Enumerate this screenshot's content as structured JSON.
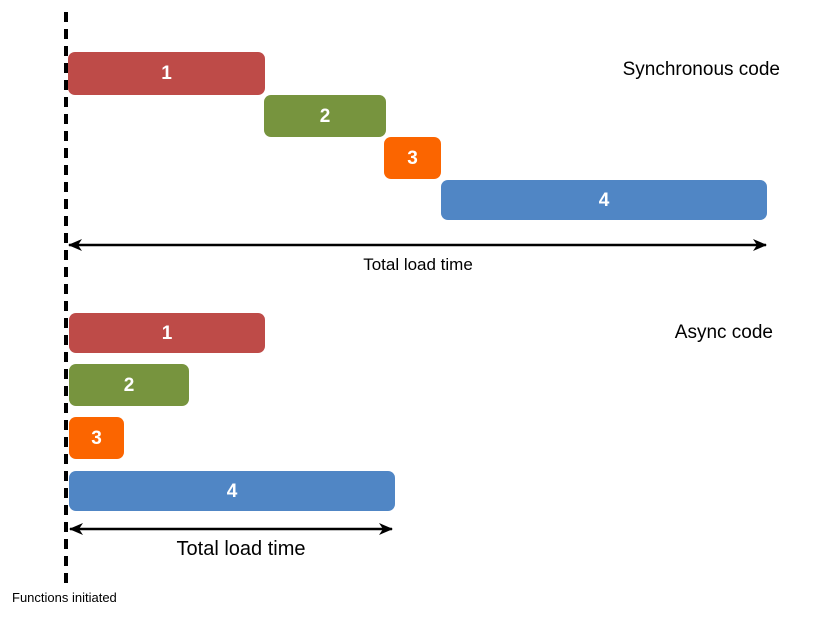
{
  "palette": {
    "red": "#BE4B48",
    "green": "#77943E",
    "orange": "#FB6500",
    "blue": "#5086C5"
  },
  "sync": {
    "title": "Synchronous code",
    "bars": [
      {
        "label": "1",
        "color": "#BE4B48"
      },
      {
        "label": "2",
        "color": "#77943E"
      },
      {
        "label": "3",
        "color": "#FB6500"
      },
      {
        "label": "4",
        "color": "#5086C5"
      }
    ],
    "total_label": "Total load time"
  },
  "async": {
    "title": "Async code",
    "bars": [
      {
        "label": "1",
        "color": "#BE4B48"
      },
      {
        "label": "2",
        "color": "#77943E"
      },
      {
        "label": "3",
        "color": "#FB6500"
      },
      {
        "label": "4",
        "color": "#5086C5"
      }
    ],
    "total_label": "Total load time"
  },
  "baseline_label": "Functions initiated"
}
